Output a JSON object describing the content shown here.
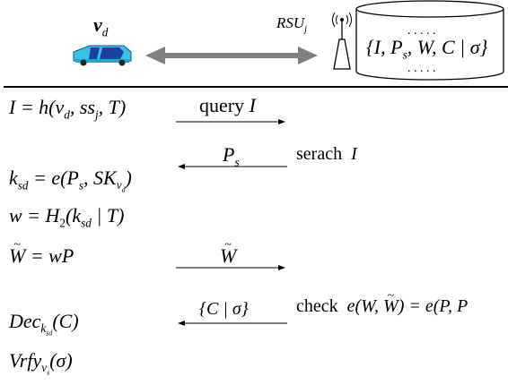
{
  "header": {
    "vehicle_label": "v",
    "vehicle_sub": "d",
    "rsu_label": "RSU",
    "rsu_sub": "j",
    "db_dots_top": ". . . . .",
    "db_tuple": "{I, P",
    "db_tuple_sub": "s",
    "db_tuple_rest": ", W, C | σ}",
    "db_dots_bottom": ". . . . ."
  },
  "steps": [
    {
      "id": "I_def",
      "lhs": "I = h(v",
      "sub1": "d",
      "mid": ", ss",
      "sub2": "j",
      "rhs": ", T)"
    },
    {
      "id": "query",
      "word": "query",
      "var": "I"
    },
    {
      "id": "serach",
      "word": "serach",
      "var": "I"
    },
    {
      "id": "Ps",
      "var": "P",
      "sub": "s"
    },
    {
      "id": "ksd",
      "lhs": "k",
      "lhs_sub": "sd",
      "mid": " = e(P",
      "mid_sub": "s",
      "rest": ", SK",
      "rest_sub": "v",
      "rest_subsub": "d",
      "end": ")"
    },
    {
      "id": "w",
      "lhs": "w = H",
      "sub": "2",
      "rest": "(k",
      "rest_sub": "sd",
      "end": " | T)"
    },
    {
      "id": "Wtilde_def",
      "lhs": "W",
      "rest": " = wP"
    },
    {
      "id": "Wtilde_msg",
      "var": "W"
    },
    {
      "id": "C_sigma",
      "text": "{C | σ}"
    },
    {
      "id": "check",
      "word": "check",
      "expr_a": "e(W, ",
      "expr_b": "W",
      "expr_c": ") = e(P, P"
    },
    {
      "id": "dec",
      "lhs": "Dec",
      "sub": "k",
      "subsub": "sd",
      "rest": "(C)"
    },
    {
      "id": "vrfy",
      "lhs": "Vrfy",
      "sub": "v",
      "subsub": "s",
      "rest": "(σ)"
    }
  ],
  "colors": {
    "arrow": "#808080",
    "car_body": "#33c4e8",
    "car_window": "#1f3f9e",
    "text": "#000000"
  }
}
